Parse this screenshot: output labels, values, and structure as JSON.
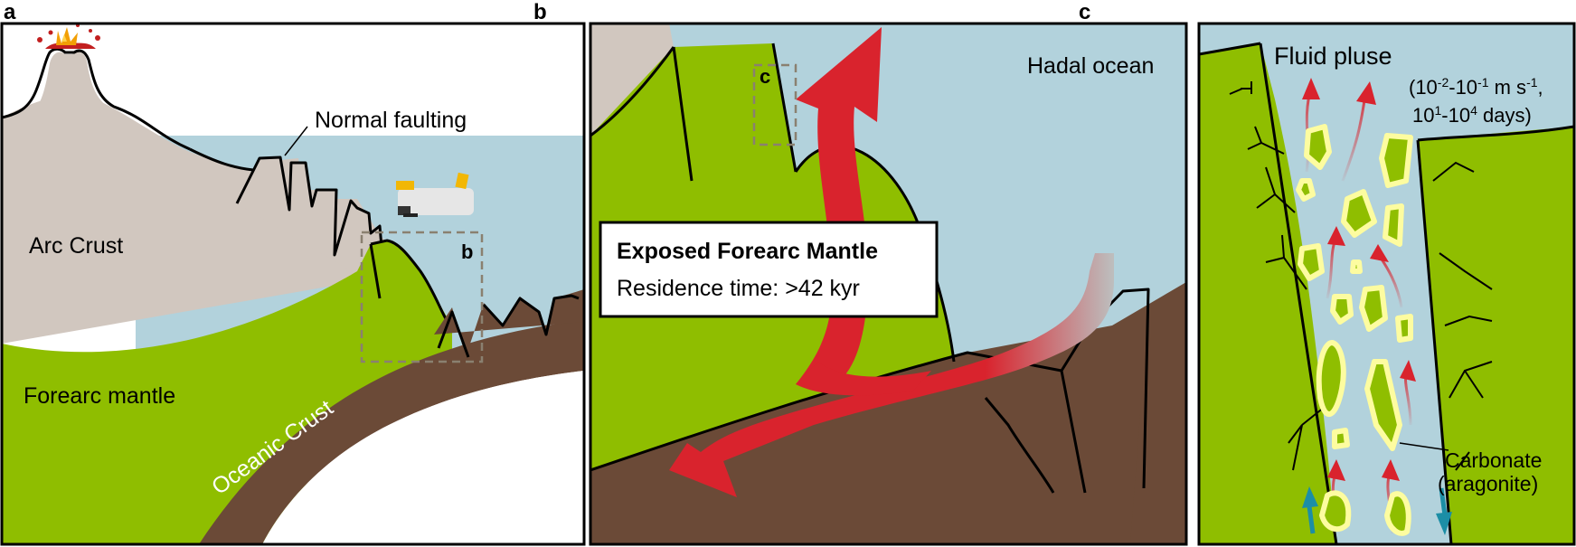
{
  "panels": {
    "a": {
      "letter": "a",
      "labels": {
        "normal_faulting": "Normal faulting",
        "arc_crust": "Arc Crust",
        "forearc_mantle": "Forearc mantle",
        "oceanic_crust": "Oceanic Crust",
        "inset_b": "b"
      }
    },
    "b": {
      "letter": "b",
      "labels": {
        "hadal_ocean": "Hadal ocean",
        "inset_c": "c"
      },
      "callout": {
        "title": "Exposed Forearc Mantle",
        "residence": "Residence time: >42 kyr"
      }
    },
    "c": {
      "letter": "c",
      "labels": {
        "fluid_title": "Fluid pluse",
        "carbonate": "Carbonate",
        "aragonite": "(aragonite)"
      },
      "rate_line1": {
        "base1": "(10",
        "sup1": "-2",
        "mid": "-10",
        "sup2": "-1",
        "tail": " m s",
        "sup3": "-1",
        "end": ","
      },
      "rate_line2": {
        "base1": "10",
        "sup1": "1",
        "mid": "-10",
        "sup2": "4",
        "tail": " days)"
      }
    }
  },
  "colors": {
    "mantle": "#8fbe00",
    "crust": "#6b4a37",
    "arc": "#d1c7bf",
    "ocean": "#b2d2dc",
    "arrow": "#d9232d",
    "carbonate": "#fdfca0",
    "shear": "#1c8ea6"
  }
}
